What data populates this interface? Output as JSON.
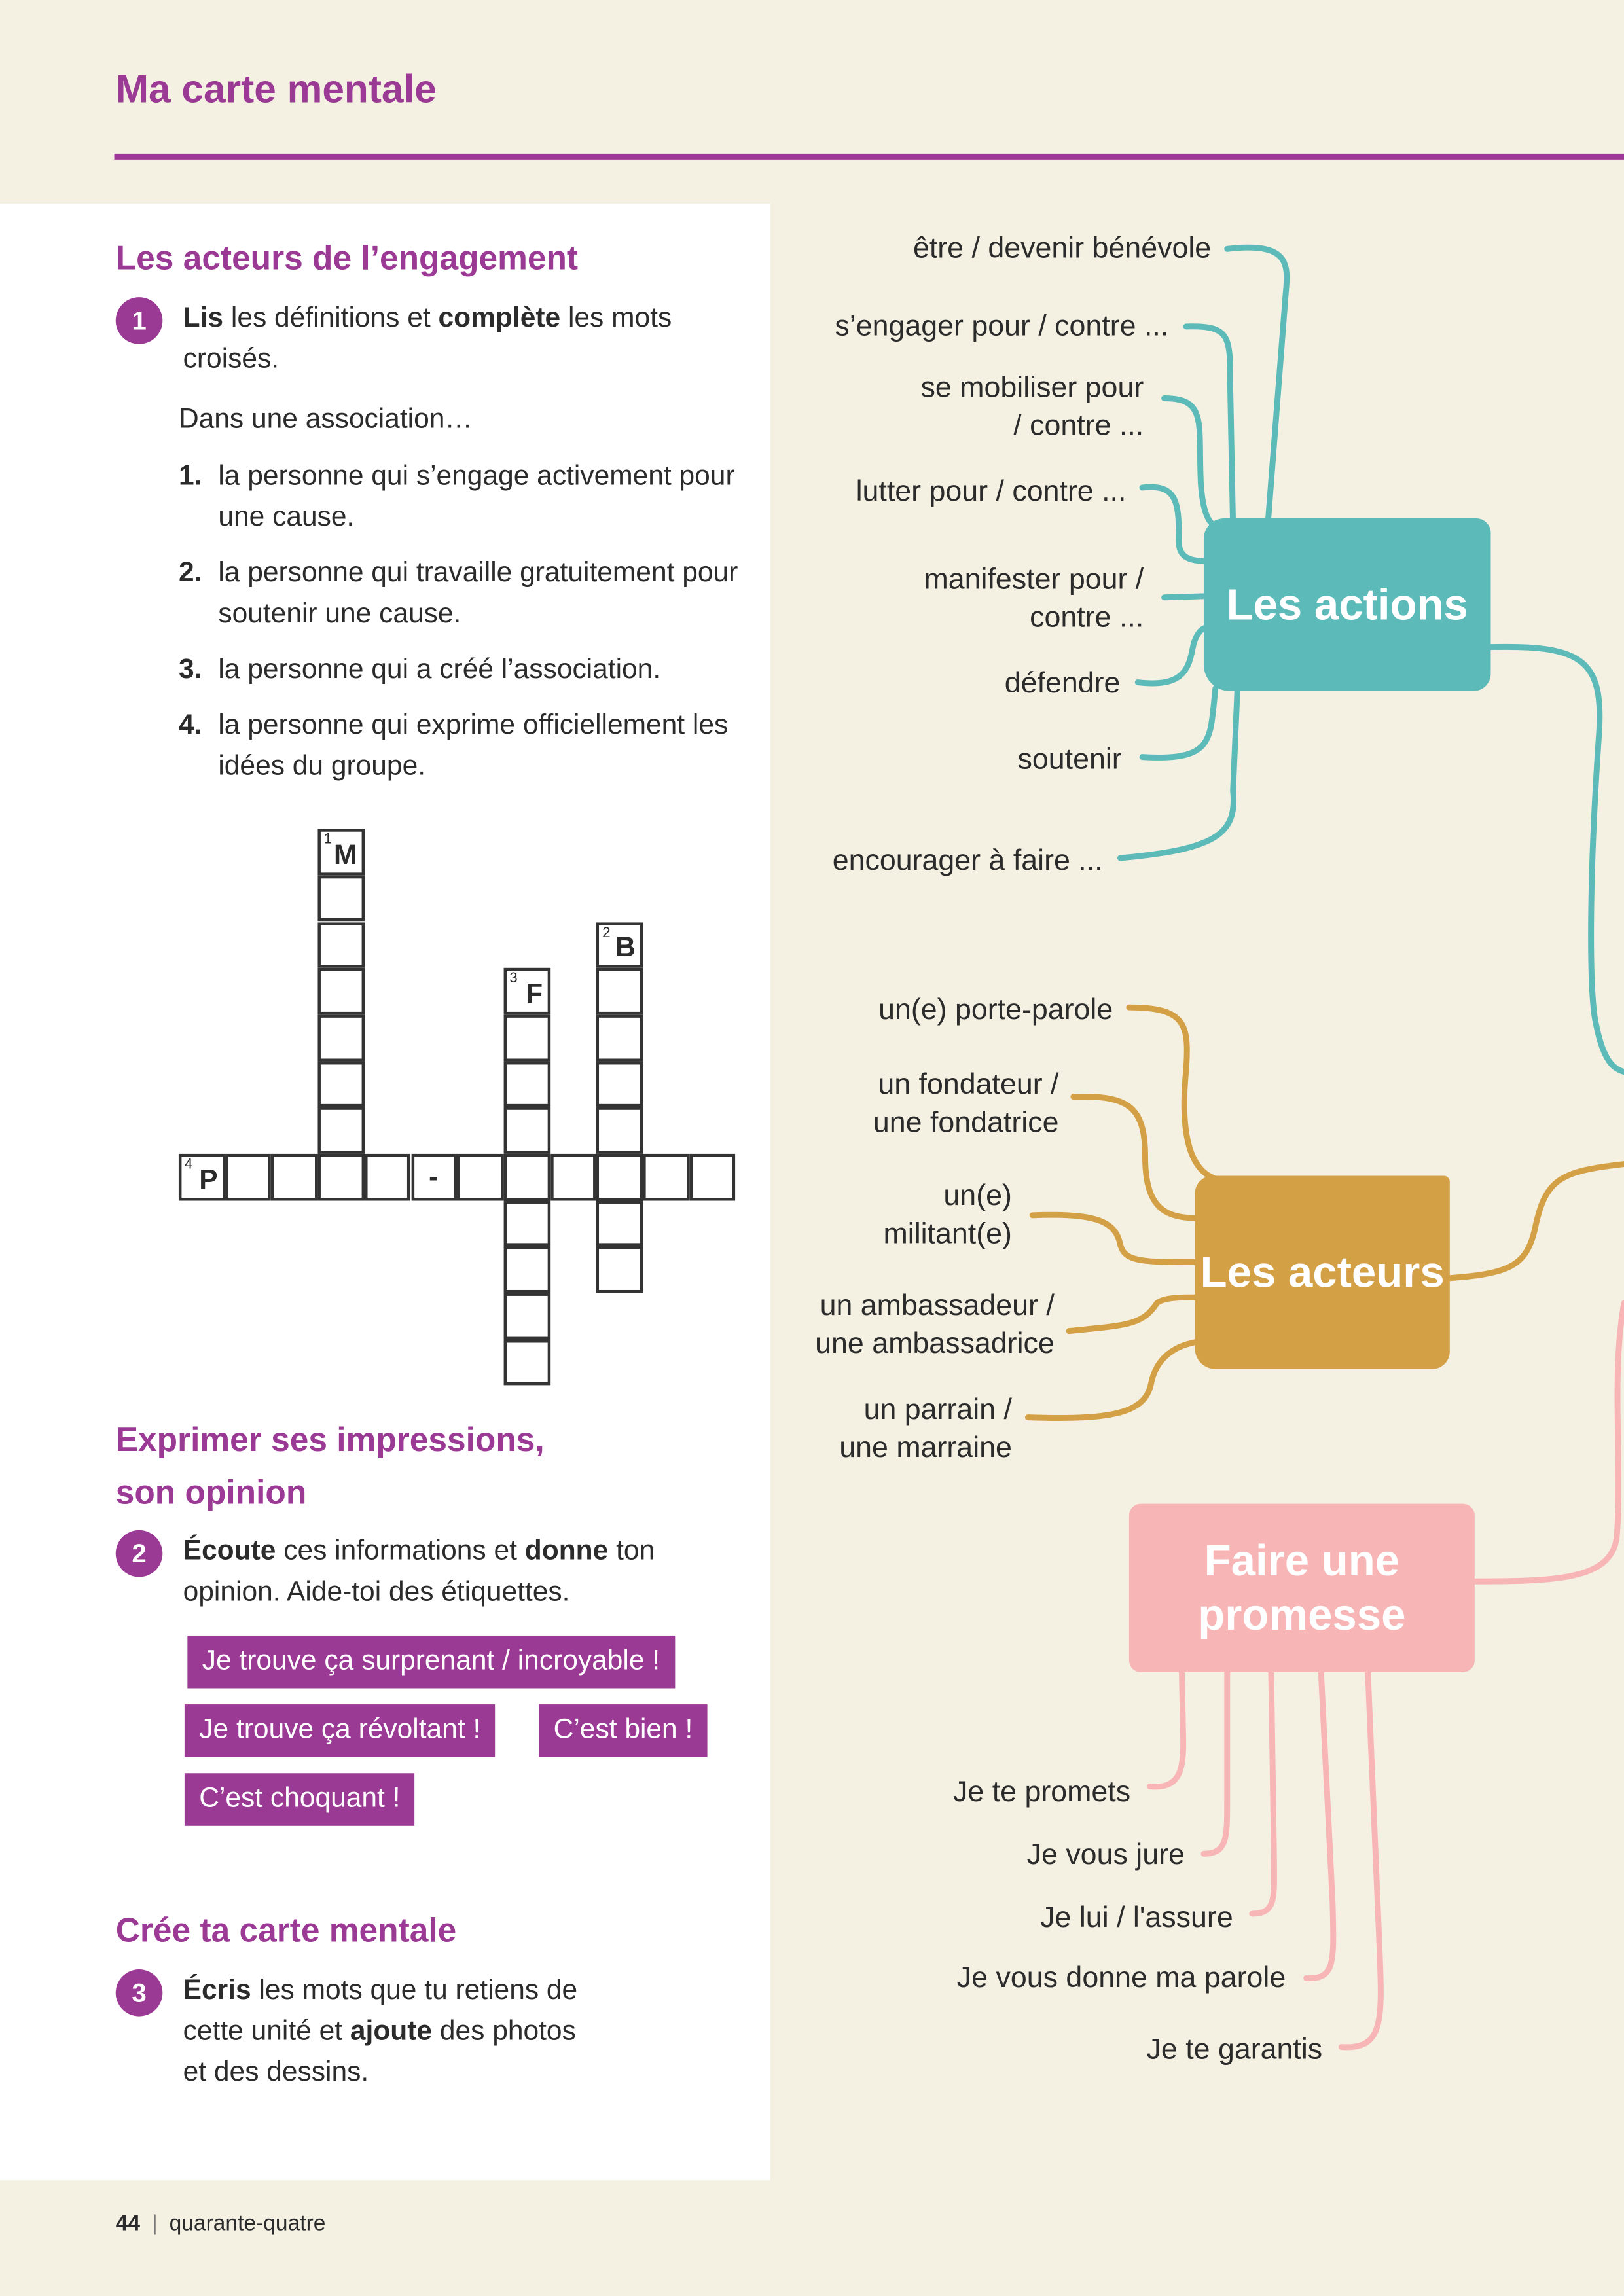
{
  "header": {
    "title": "Ma carte mentale"
  },
  "section1": {
    "heading": "Les acteurs de l’engagement",
    "number": "1",
    "instr_bold1": "Lis",
    "instr_mid": " les définitions et ",
    "instr_bold2": "complète",
    "instr_end": " les mots croisés.",
    "intro": "Dans une association…",
    "definitions": [
      {
        "num": "1.",
        "text": "la personne qui s’engage activement pour une cause."
      },
      {
        "num": "2.",
        "text": "la personne qui travaille gratuitement pour soutenir une cause."
      },
      {
        "num": "3.",
        "text": "la personne qui a créé l’association."
      },
      {
        "num": "4.",
        "text": "la personne qui exprime officiellement les idées du groupe."
      }
    ]
  },
  "crossword": {
    "clue1": {
      "num": "1",
      "letter": "M"
    },
    "clue2": {
      "num": "2",
      "letter": "B"
    },
    "clue3": {
      "num": "3",
      "letter": "F"
    },
    "clue4": {
      "num": "4",
      "letter": "P"
    },
    "hyphen": "-"
  },
  "section2": {
    "heading_line1": "Exprimer ses impressions,",
    "heading_line2": "son opinion",
    "number": "2",
    "instr_bold1": "Écoute",
    "instr_mid": " ces informations et ",
    "instr_bold2": "donne",
    "instr_end": " ton opinion. Aide-toi des étiquettes.",
    "tags": [
      "Je trouve ça surprenant / incroyable !",
      "Je trouve ça révoltant !",
      "C’est bien !",
      "C’est choquant !"
    ]
  },
  "section3": {
    "heading": "Crée ta carte mentale",
    "number": "3",
    "instr_bold1": "Écris",
    "instr_mid": " les mots que tu retiens de cette unité et ",
    "instr_bold2": "ajoute",
    "instr_end": " des photos et des dessins."
  },
  "mindmap": {
    "actions": {
      "label": "Les actions",
      "color": "#5cbab8",
      "items": [
        "être / devenir bénévole",
        "s’engager pour / contre ...",
        "se mobiliser pour / contre ...",
        "lutter pour / contre ...",
        "manifester pour / contre ...",
        "défendre",
        "soutenir",
        "encourager à faire ..."
      ]
    },
    "acteurs": {
      "label": "Les acteurs",
      "color": "#d4a046",
      "items": [
        "un(e) porte-parole",
        "un fondateur / une fondatrice",
        "un(e) militant(e)",
        "un ambassadeur / une ambassadrice",
        "un parrain / une marraine"
      ]
    },
    "promesse": {
      "label": "Faire une promesse",
      "color": "#f7b5b6",
      "items": [
        "Je te promets",
        "Je vous jure",
        "Je lui / l'assure",
        "Je vous donne ma parole",
        "Je te garantis"
      ]
    }
  },
  "footer": {
    "page": "44",
    "words": "quarante-quatre"
  }
}
